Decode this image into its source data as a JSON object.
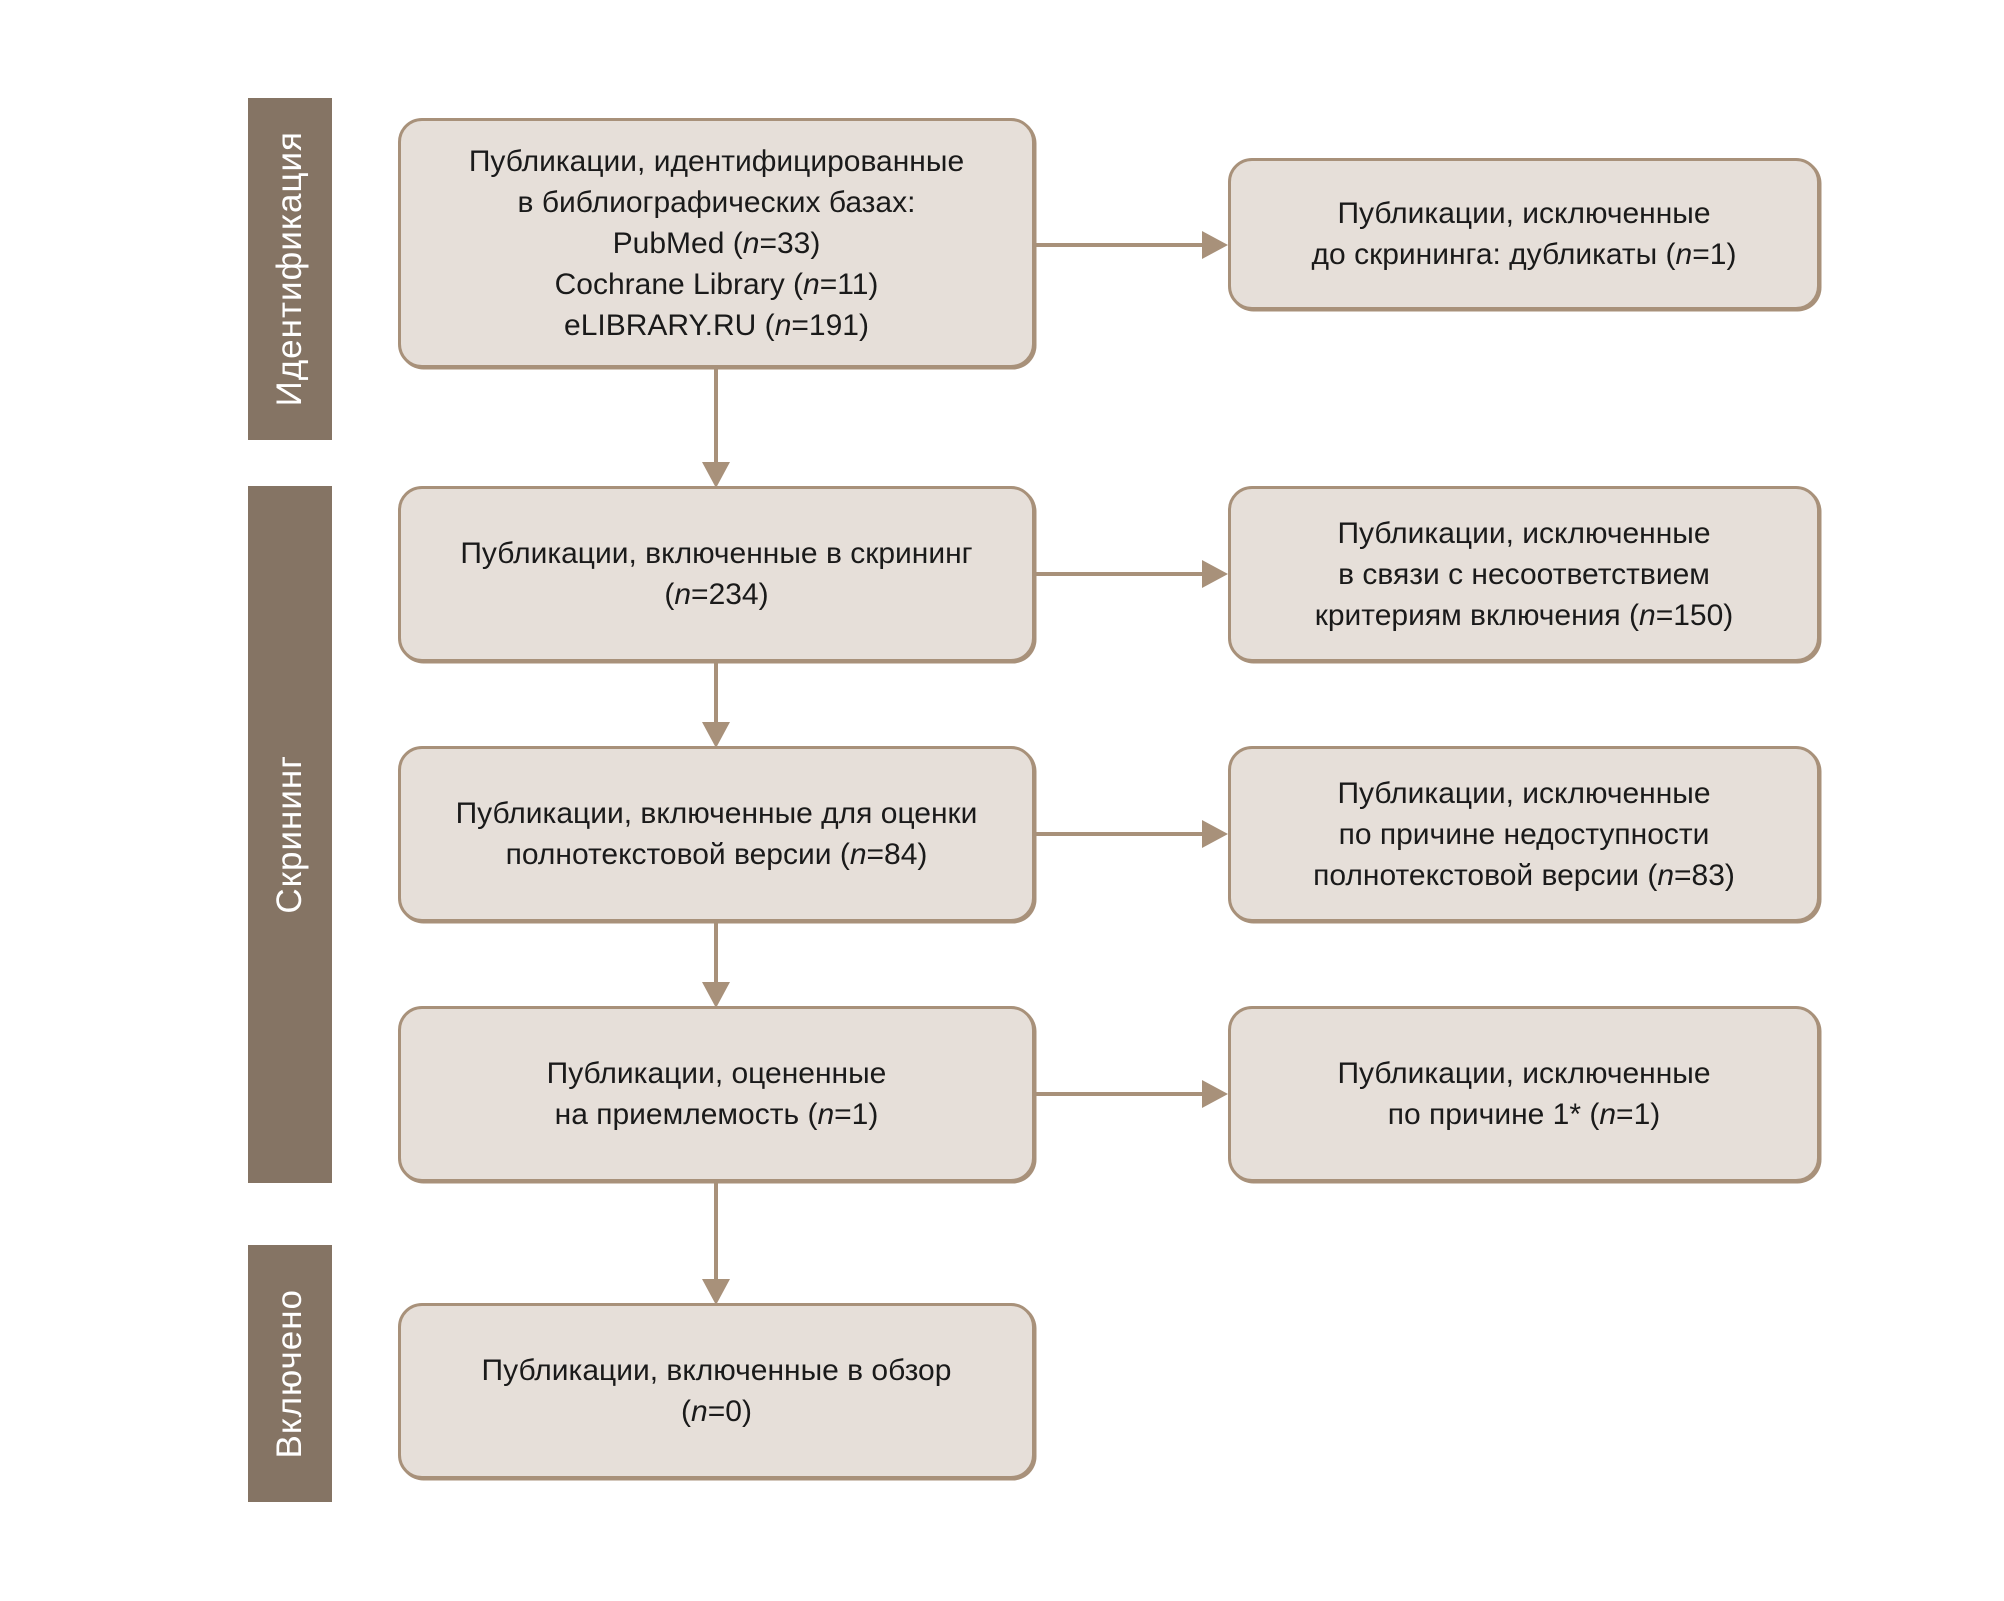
{
  "palette": {
    "stage_bar_bg": "#857464",
    "stage_bar_text": "#FFFFFF",
    "box_bg": "#E6DFD9",
    "box_border": "#A8917A",
    "arrow": "#A8917A",
    "box_text": "#1A1A1A",
    "page_bg": "#FFFFFF"
  },
  "stages": [
    {
      "label": "Идентификация"
    },
    {
      "label": "Скрининг"
    },
    {
      "label": "Включено"
    }
  ],
  "main_flow": [
    {
      "key": "identified",
      "lines": [
        [
          "Публикации, идентифицированные"
        ],
        [
          "в библиографических базах:"
        ],
        [
          "PubMed (",
          {
            "i": "n"
          },
          "=33)"
        ],
        [
          "Cochrane Library (",
          {
            "i": "n"
          },
          "=11)"
        ],
        [
          "eLIBRARY.RU (",
          {
            "i": "n"
          },
          "=191)"
        ]
      ]
    },
    {
      "key": "screened",
      "lines": [
        [
          "Публикации, включенные в скрининг"
        ],
        [
          "(",
          {
            "i": "n"
          },
          "=234)"
        ]
      ]
    },
    {
      "key": "fulltext-assessed",
      "lines": [
        [
          "Публикации, включенные для оценки"
        ],
        [
          "полнотекстовой версии (",
          {
            "i": "n"
          },
          "=84)"
        ]
      ]
    },
    {
      "key": "eligibility-assessed",
      "lines": [
        [
          "Публикации, оцененные"
        ],
        [
          "на приемлемость (",
          {
            "i": "n"
          },
          "=1)"
        ]
      ]
    },
    {
      "key": "included",
      "lines": [
        [
          "Публикации, включенные в обзор"
        ],
        [
          "(",
          {
            "i": "n"
          },
          "=0)"
        ]
      ]
    }
  ],
  "exclusions": [
    {
      "key": "excluded-before-screening",
      "lines": [
        [
          "Публикации, исключенные"
        ],
        [
          "до скрининга: дубликаты (",
          {
            "i": "n"
          },
          "=1)"
        ]
      ]
    },
    {
      "key": "excluded-criteria-mismatch",
      "lines": [
        [
          "Публикации, исключенные"
        ],
        [
          "в связи с несоответствием"
        ],
        [
          "критериям включения (",
          {
            "i": "n"
          },
          "=150)"
        ]
      ]
    },
    {
      "key": "excluded-fulltext-unavailable",
      "lines": [
        [
          "Публикации, исключенные"
        ],
        [
          "по причине недоступности"
        ],
        [
          "полнотекстовой версии (",
          {
            "i": "n"
          },
          "=83)"
        ]
      ]
    },
    {
      "key": "excluded-reason-1",
      "lines": [
        [
          "Публикации, исключенные"
        ],
        [
          "по причине 1* (",
          {
            "i": "n"
          },
          "=1)"
        ]
      ]
    }
  ]
}
